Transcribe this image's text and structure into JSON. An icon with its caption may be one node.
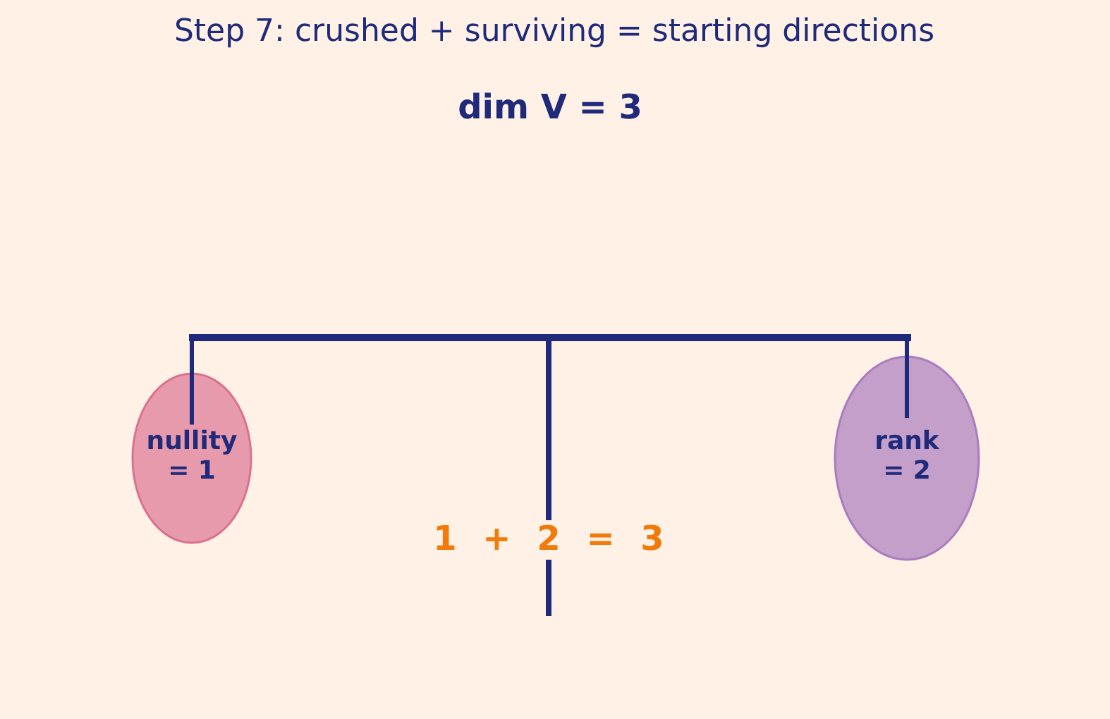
{
  "diagram": {
    "title": "Step 7: crushed + surviving = starting directions",
    "nodes": [
      {
        "text": [],
        "shape": "bar"
      },
      {
        "text": [
          "nullity = 1"
        ]
      },
      {
        "text": [],
        "shape": "bar"
      },
      {
        "text": [
          "rank = 2"
        ]
      }
    ],
    "edges": [
      {
        "from": 0,
        "to": 1,
        "arrow": "none"
      },
      {
        "from": 0,
        "to": 3,
        "arrow": "none"
      }
    ],
    "labels": [
      "dim V = 3",
      "1 + 2 = 3"
    ]
  }
}
